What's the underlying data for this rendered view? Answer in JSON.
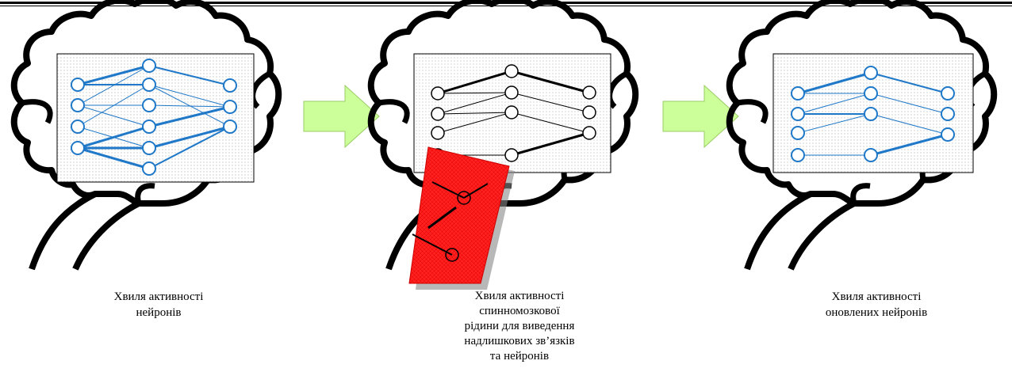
{
  "colors": {
    "blue_network": "#1f78c8",
    "black_network": "#000000",
    "arrow_fill": "#ccff99",
    "csf_red": "#ff1a1a",
    "grey_dots": "#9a9a9a"
  },
  "panels": [
    {
      "caption_lines": [
        "Хвиля активності",
        "нейронів"
      ]
    },
    {
      "caption_lines": [
        "Хвиля активності",
        "спинномозкової",
        "рідини для виведення",
        "надлишкових зв’язків",
        "та нейронів"
      ]
    },
    {
      "caption_lines": [
        "Хвиля активності",
        "оновлених нейронів"
      ]
    }
  ],
  "icons": [
    "brain-outline-icon",
    "brain-outline-icon",
    "brain-outline-icon",
    "green-arrow-right-icon",
    "green-arrow-right-icon"
  ]
}
